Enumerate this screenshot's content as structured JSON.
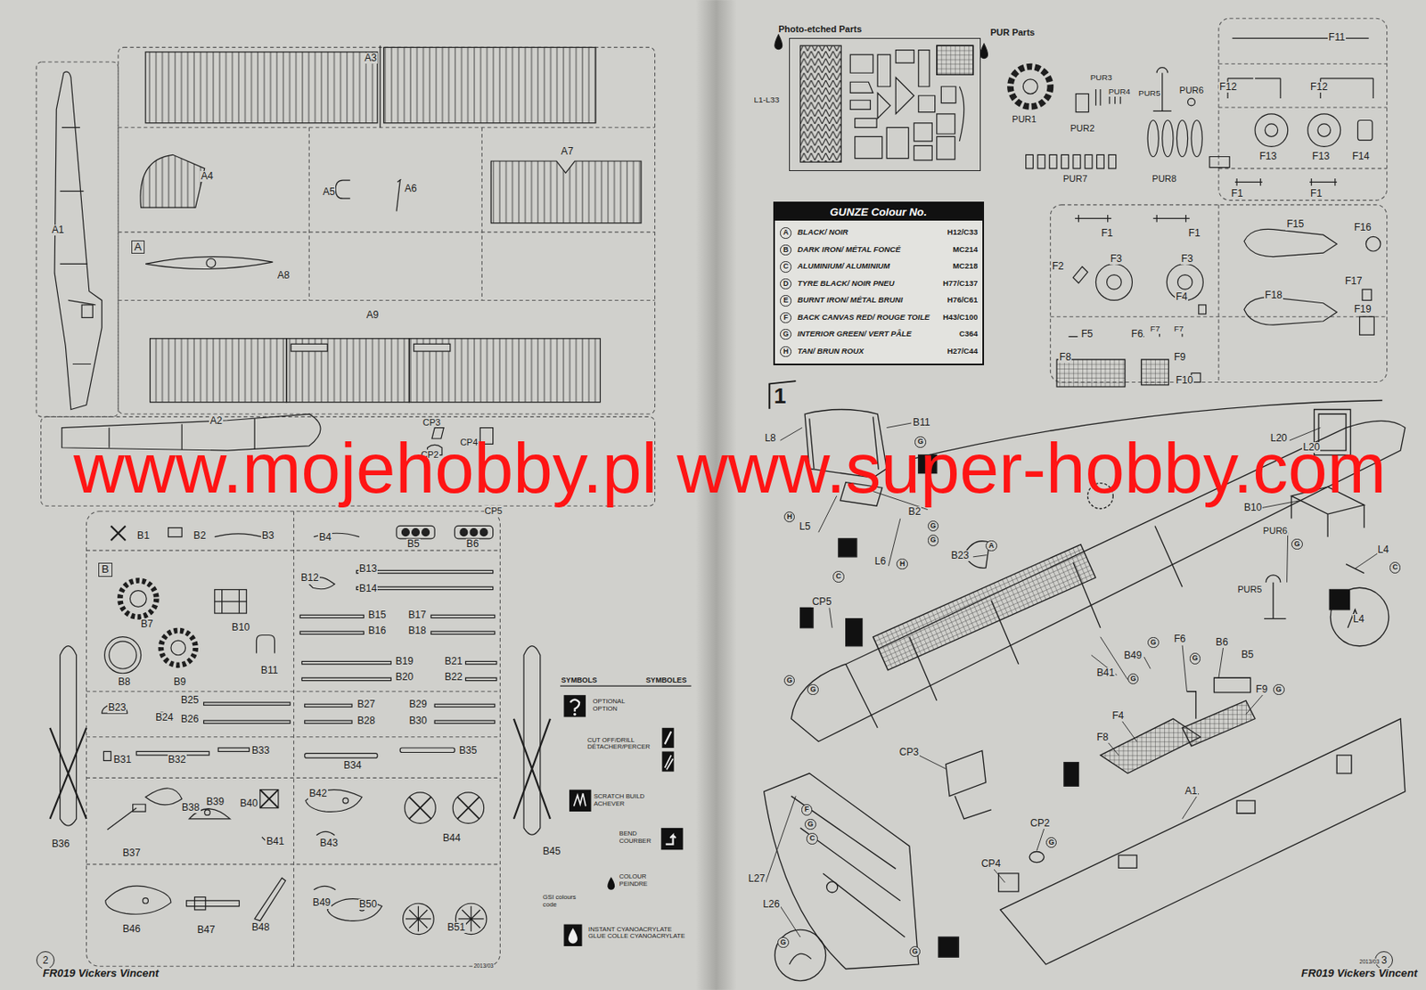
{
  "diagram": {
    "nodes": [
      {
        "text": [
          "Photo-etched Parts",
          "L1-L33"
        ]
      },
      {
        "text": [
          "GUNZE Colour No."
        ]
      },
      {
        "text": [
          "SYMBOLS",
          "SYMBOLES"
        ]
      },
      {
        "text": [
          "1"
        ]
      },
      {
        "text": [
          "2"
        ]
      },
      {
        "text": [
          "3"
        ]
      }
    ],
    "labels": [
      "A3",
      "A1",
      "A4",
      "A5",
      "A6",
      "A7",
      "A",
      "A8",
      "A9",
      "A2",
      "CP3",
      "CP2",
      "CP4",
      "CP5",
      "www.mojehobby.pl www.super-hobby.com",
      "B1",
      "B2",
      "B3",
      "B4",
      "B5",
      "B6",
      "B",
      "B7",
      "B8",
      "B9",
      "B10",
      "B11",
      "B12",
      "B13",
      "B14",
      "B15",
      "B16",
      "B17",
      "B18",
      "B19",
      "B20",
      "B21",
      "B22",
      "B23",
      "B24",
      "B25",
      "B26",
      "B27",
      "B28",
      "B29",
      "B30",
      "B31",
      "B32",
      "B33",
      "B34",
      "B35",
      "B36",
      "B37",
      "B38",
      "B39",
      "B40",
      "B41",
      "B42",
      "B43",
      "B44",
      "B45",
      "B46",
      "B47",
      "B48",
      "B49",
      "B50",
      "B51",
      "OPTIONAL OPTION",
      "CUT OFF/DRILL DÉTACHER/PERCER",
      "SCRATCH BUILD ACHEVER",
      "BEND COURBER",
      "GSI colours code",
      "COLOUR PEINDRE",
      "INSTANT CYANOACRYLATE GLUE COLLE CYANOACRYLATE",
      "FR019 Vickers Vincent",
      "2013/03",
      "PUR Parts",
      "PUR1",
      "PUR2",
      "PUR3",
      "PUR4",
      "PUR5",
      "PUR6",
      "PUR7",
      "PUR8",
      "F11",
      "F12",
      "F12",
      "F13",
      "F13",
      "F14",
      "F1",
      "F1",
      "F1",
      "F1",
      "F15",
      "F16",
      "F2",
      "F3",
      "F3",
      "F17",
      "F4",
      "F18",
      "F19",
      "F5",
      "F6",
      "F7",
      "F7",
      "F8",
      "F9",
      "F10",
      "A",
      "BLACK/ NOIR",
      "H12/C33",
      "B",
      "DARK IRON/ MÉTAL FONCÉ",
      "MC214",
      "C",
      "ALUMINIUM/ ALUMINIUM",
      "MC218",
      "D",
      "TYRE BLACK/ NOIR PNEU",
      "H77/C137",
      "E",
      "BURNT IRON/ MÉTAL BRUNI",
      "H76/C61",
      "F",
      "BACK CANVAS RED/ ROUGE TOILE",
      "H43/C100",
      "G",
      "INTERIOR GREEN/ VERT PÂLE",
      "C364",
      "H",
      "TAN/ BRUN ROUX",
      "H27/C44",
      "L8",
      "B11",
      "B2",
      "L5",
      "B23",
      "L6",
      "CP5",
      "L20",
      "L20",
      "B10",
      "PUR6",
      "L4",
      "PUR5",
      "L4",
      "B49",
      "F6",
      "B6",
      "B5",
      "B41",
      "F9",
      "F4",
      "F8",
      "CP3",
      "A1",
      "CP2",
      "CP4",
      "L27",
      "L26",
      "FR019 Vickers Vincent",
      "2013/03",
      "G",
      "G",
      "G",
      "H",
      "H",
      "C",
      "A",
      "G",
      "G",
      "G",
      "G",
      "G",
      "C",
      "G",
      "G",
      "F",
      "G",
      "C",
      "G",
      "G",
      "G"
    ]
  }
}
